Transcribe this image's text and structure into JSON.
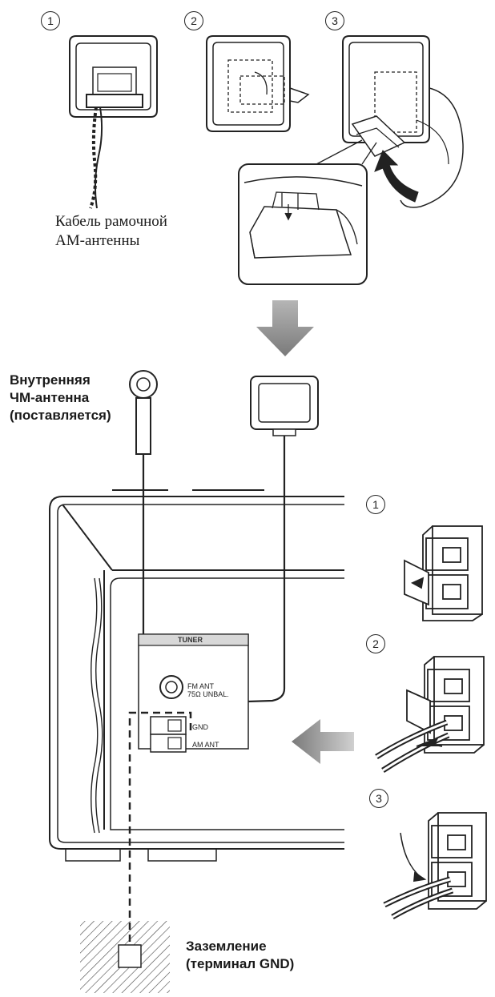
{
  "steps": {
    "one": "1",
    "two": "2",
    "three": "3"
  },
  "labels": {
    "am_cable_line1": "Кабель рамочной",
    "am_cable_line2": "AM-антенны",
    "fm_ant_line1": "Внутренняя",
    "fm_ant_line2": "ЧМ-антенна",
    "fm_ant_line3": "(поставляется)",
    "ground_line1": "Заземление",
    "ground_line2": "(терминал GND)"
  },
  "panel": {
    "tuner": "TUNER",
    "fm_ant": "FM ANT",
    "fm_ohm": "75Ω UNBAL.",
    "gnd": "GND",
    "am_ant": "AM ANT"
  },
  "colors": {
    "line": "#222222",
    "arrow_gray": "#8a8a8a",
    "panel_header": "#d8d8d8"
  }
}
